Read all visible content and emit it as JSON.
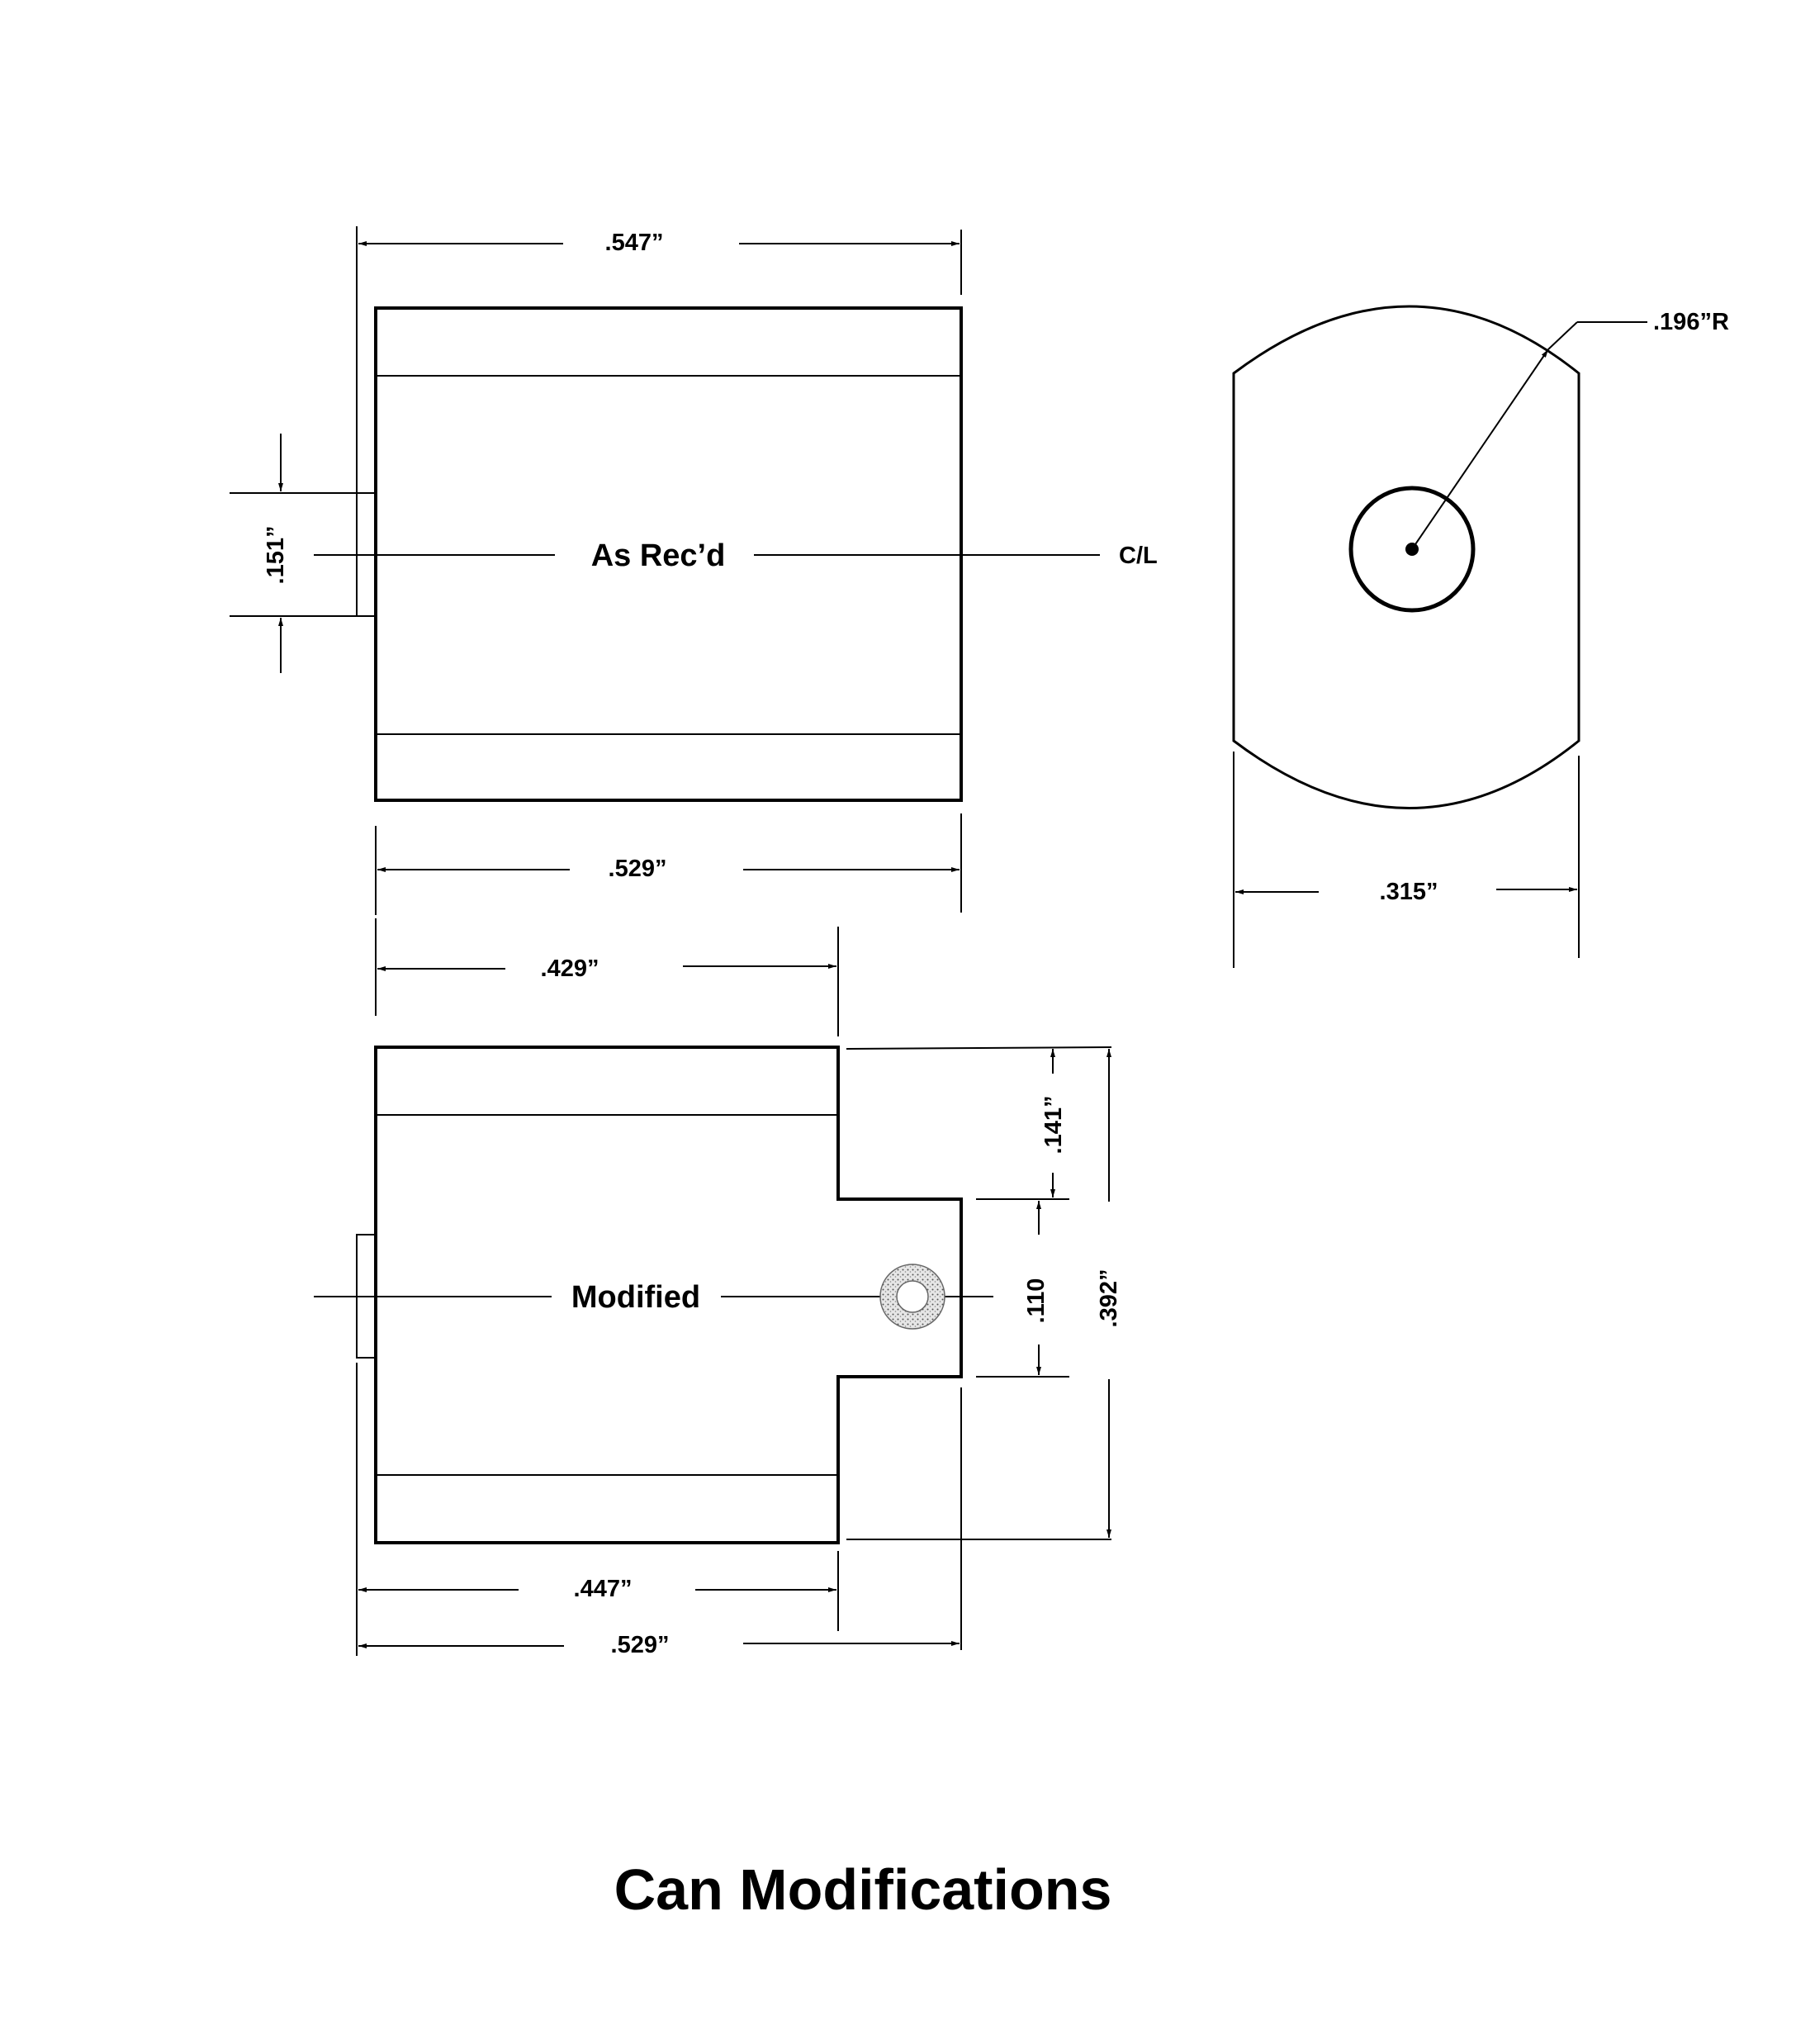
{
  "title": "Can Modifications",
  "views": {
    "as_received": {
      "label": "As Rec’d",
      "centerline_label": "C/L",
      "dims": {
        "overall_length": ".547”",
        "body_length": ".529”",
        "boss_height": ".151”"
      }
    },
    "end_view": {
      "dims": {
        "radius": ".196”R",
        "width": ".315”"
      }
    },
    "modified": {
      "label": "Modified",
      "dims": {
        "step_length": ".429”",
        "step_depth": ".141”",
        "tab_height": ".110",
        "overall_height": ".392”",
        "body_length_short": ".447”",
        "body_length_full": ".529”"
      }
    }
  }
}
